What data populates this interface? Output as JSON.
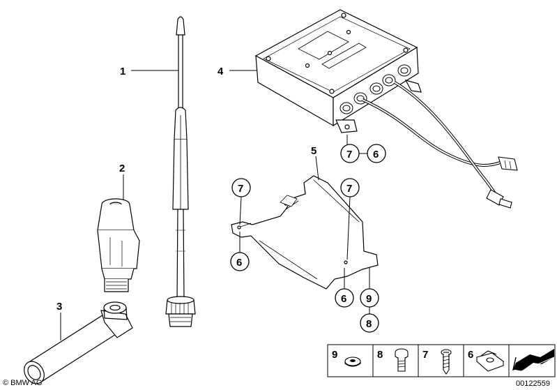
{
  "callouts": {
    "c1": "1",
    "c2": "2",
    "c3": "3",
    "c4": "4",
    "c5": "5",
    "c6a": "6",
    "c6b": "6",
    "c6c": "6",
    "c7a": "7",
    "c7b": "7",
    "c7c": "7",
    "c8": "8",
    "c9": "9"
  },
  "legend": {
    "items": [
      "9",
      "8",
      "7",
      "6"
    ]
  },
  "footer": {
    "copyright": "© BMW AG",
    "image_number": "00122559"
  }
}
